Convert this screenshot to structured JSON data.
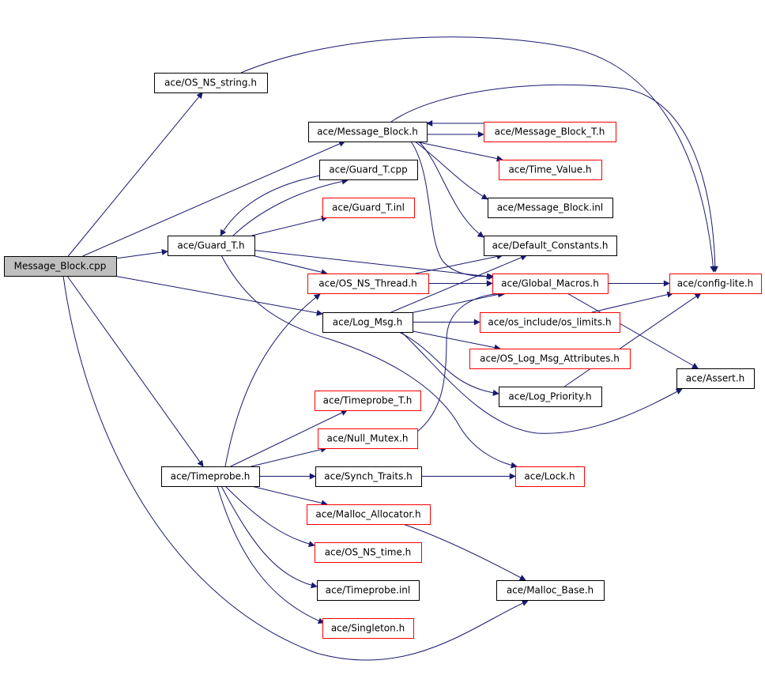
{
  "graph": {
    "colors": {
      "edge": "#191970",
      "internal_border": "#000000",
      "external_border": "#ff0000",
      "root_fill": "#bfbfbf"
    },
    "nodes": [
      {
        "id": "message_block_cpp",
        "label": "Message_Block.cpp",
        "kind": "root"
      },
      {
        "id": "os_ns_string_h",
        "label": "ace/OS_NS_string.h",
        "kind": "internal"
      },
      {
        "id": "message_block_h",
        "label": "ace/Message_Block.h",
        "kind": "internal"
      },
      {
        "id": "message_block_t_h",
        "label": "ace/Message_Block_T.h",
        "kind": "external"
      },
      {
        "id": "time_value_h",
        "label": "ace/Time_Value.h",
        "kind": "external"
      },
      {
        "id": "message_block_inl",
        "label": "ace/Message_Block.inl",
        "kind": "internal"
      },
      {
        "id": "guard_t_cpp",
        "label": "ace/Guard_T.cpp",
        "kind": "internal"
      },
      {
        "id": "guard_t_inl",
        "label": "ace/Guard_T.inl",
        "kind": "external"
      },
      {
        "id": "guard_t_h",
        "label": "ace/Guard_T.h",
        "kind": "internal"
      },
      {
        "id": "default_constants_h",
        "label": "ace/Default_Constants.h",
        "kind": "internal"
      },
      {
        "id": "os_ns_thread_h",
        "label": "ace/OS_NS_Thread.h",
        "kind": "external"
      },
      {
        "id": "global_macros_h",
        "label": "ace/Global_Macros.h",
        "kind": "external"
      },
      {
        "id": "config_lite_h",
        "label": "ace/config-lite.h",
        "kind": "external"
      },
      {
        "id": "log_msg_h",
        "label": "ace/Log_Msg.h",
        "kind": "internal"
      },
      {
        "id": "os_limits_h",
        "label": "ace/os_include/os_limits.h",
        "kind": "external"
      },
      {
        "id": "os_log_msg_attributes_h",
        "label": "ace/OS_Log_Msg_Attributes.h",
        "kind": "external"
      },
      {
        "id": "assert_h",
        "label": "ace/Assert.h",
        "kind": "internal"
      },
      {
        "id": "log_priority_h",
        "label": "ace/Log_Priority.h",
        "kind": "internal"
      },
      {
        "id": "timeprobe_t_h",
        "label": "ace/Timeprobe_T.h",
        "kind": "external"
      },
      {
        "id": "null_mutex_h",
        "label": "ace/Null_Mutex.h",
        "kind": "external"
      },
      {
        "id": "timeprobe_h",
        "label": "ace/Timeprobe.h",
        "kind": "internal"
      },
      {
        "id": "synch_traits_h",
        "label": "ace/Synch_Traits.h",
        "kind": "internal"
      },
      {
        "id": "lock_h",
        "label": "ace/Lock.h",
        "kind": "external"
      },
      {
        "id": "malloc_allocator_h",
        "label": "ace/Malloc_Allocator.h",
        "kind": "external"
      },
      {
        "id": "os_ns_time_h",
        "label": "ace/OS_NS_time.h",
        "kind": "external"
      },
      {
        "id": "timeprobe_inl",
        "label": "ace/Timeprobe.inl",
        "kind": "internal"
      },
      {
        "id": "malloc_base_h",
        "label": "ace/Malloc_Base.h",
        "kind": "internal"
      },
      {
        "id": "singleton_h",
        "label": "ace/Singleton.h",
        "kind": "external"
      }
    ],
    "edges": [
      [
        "message_block_cpp",
        "os_ns_string_h"
      ],
      [
        "message_block_cpp",
        "message_block_h"
      ],
      [
        "message_block_cpp",
        "guard_t_h"
      ],
      [
        "message_block_cpp",
        "log_msg_h"
      ],
      [
        "message_block_cpp",
        "timeprobe_h"
      ],
      [
        "message_block_cpp",
        "malloc_base_h"
      ],
      [
        "os_ns_string_h",
        "config_lite_h"
      ],
      [
        "message_block_h",
        "config_lite_h"
      ],
      [
        "message_block_h",
        "message_block_t_h"
      ],
      [
        "message_block_h",
        "time_value_h"
      ],
      [
        "message_block_h",
        "message_block_inl"
      ],
      [
        "message_block_h",
        "default_constants_h"
      ],
      [
        "message_block_h",
        "global_macros_h"
      ],
      [
        "message_block_t_h",
        "message_block_h"
      ],
      [
        "guard_t_h",
        "guard_t_cpp"
      ],
      [
        "guard_t_h",
        "guard_t_inl"
      ],
      [
        "guard_t_h",
        "os_ns_thread_h"
      ],
      [
        "guard_t_h",
        "global_macros_h"
      ],
      [
        "guard_t_h",
        "lock_h"
      ],
      [
        "guard_t_cpp",
        "guard_t_h"
      ],
      [
        "os_ns_thread_h",
        "default_constants_h"
      ],
      [
        "os_ns_thread_h",
        "global_macros_h"
      ],
      [
        "global_macros_h",
        "config_lite_h"
      ],
      [
        "global_macros_h",
        "assert_h"
      ],
      [
        "log_msg_h",
        "default_constants_h"
      ],
      [
        "log_msg_h",
        "global_macros_h"
      ],
      [
        "log_msg_h",
        "os_limits_h"
      ],
      [
        "log_msg_h",
        "os_log_msg_attributes_h"
      ],
      [
        "log_msg_h",
        "log_priority_h"
      ],
      [
        "log_msg_h",
        "assert_h"
      ],
      [
        "os_limits_h",
        "config_lite_h"
      ],
      [
        "log_priority_h",
        "config_lite_h"
      ],
      [
        "timeprobe_h",
        "os_ns_thread_h"
      ],
      [
        "timeprobe_h",
        "timeprobe_t_h"
      ],
      [
        "timeprobe_h",
        "null_mutex_h"
      ],
      [
        "timeprobe_h",
        "synch_traits_h"
      ],
      [
        "timeprobe_h",
        "malloc_allocator_h"
      ],
      [
        "timeprobe_h",
        "os_ns_time_h"
      ],
      [
        "timeprobe_h",
        "timeprobe_inl"
      ],
      [
        "timeprobe_h",
        "singleton_h"
      ],
      [
        "null_mutex_h",
        "global_macros_h"
      ],
      [
        "synch_traits_h",
        "lock_h"
      ],
      [
        "malloc_allocator_h",
        "malloc_base_h"
      ]
    ]
  }
}
